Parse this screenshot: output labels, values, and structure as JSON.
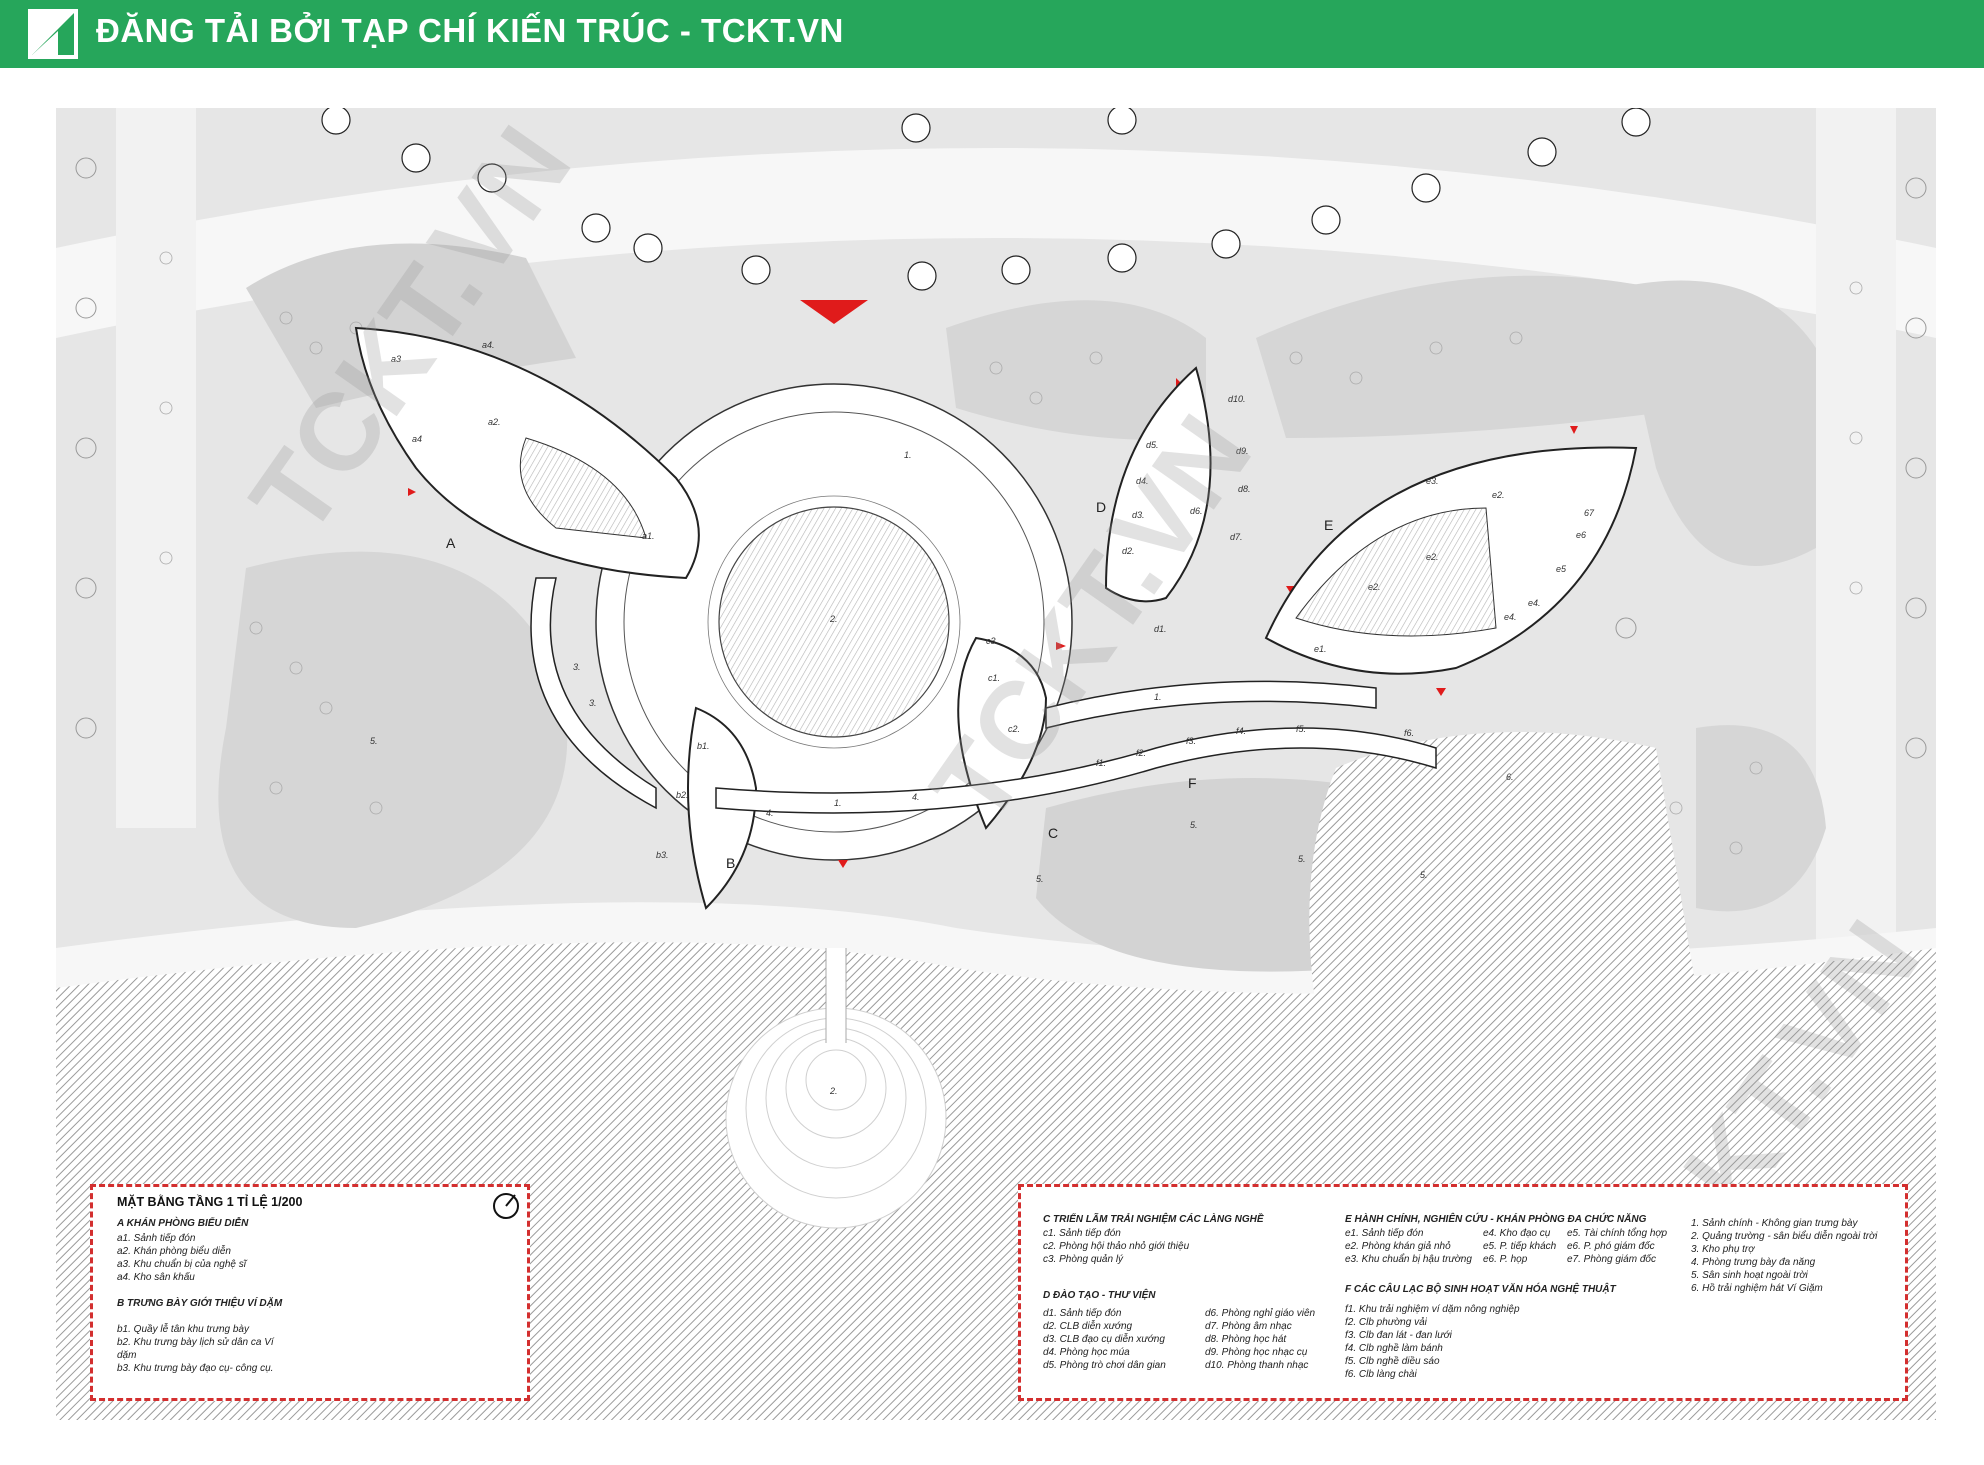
{
  "banner": {
    "title": "ĐĂNG TẢI BỞI TẠP CHÍ KIẾN TRÚC - TCKT.VN",
    "color": "#26a65b"
  },
  "watermark": "TCKT.VN",
  "plan": {
    "blocks": {
      "A": "A",
      "B": "B",
      "C": "C",
      "D": "D",
      "E": "E",
      "F": "F"
    },
    "rooms": {
      "a1": "a1.",
      "a2": "a2.",
      "a3": "a3",
      "a4": "a4.",
      "a4b": "a4",
      "b1": "b1.",
      "b2": "b2.",
      "b3": "b3.",
      "c1": "c1.",
      "c2": "c2.",
      "c3": "c3.",
      "d1": "d1.",
      "d2": "d2.",
      "d3": "d3.",
      "d4": "d4.",
      "d5": "d5.",
      "d6": "d6.",
      "d7": "d7.",
      "d8": "d8.",
      "d9": "d9.",
      "d10": "d10.",
      "e1": "e1.",
      "e2": "e2.",
      "e3": "e3.",
      "e4": "e4.",
      "e5": "e5",
      "e6": "e6",
      "e7": "67",
      "f1": "f1.",
      "f2": "f2.",
      "f3": "f3.",
      "f4": "f4.",
      "f5": "f5.",
      "f6": "f6.",
      "n1": "1.",
      "n2": "2.",
      "n3": "3.",
      "n4": "4.",
      "n5": "5.",
      "n6": "6."
    }
  },
  "legend_left": {
    "title": "MẶT BẰNG TẦNG 1  TỈ LỆ 1/200",
    "a_head": "A KHÁN PHÒNG BIỂU DIỄN",
    "a_items": [
      "a1. Sảnh tiếp đón",
      "a2. Khán phòng biểu diễn",
      "a3. Khu chuẩn bị của nghệ sĩ",
      "a4. Kho sân khấu"
    ],
    "b_head": "B TRƯNG BÀY GIỚI THIỆU VÍ DẶM",
    "b_items": [
      "b1. Quầy lễ tân khu trưng bày",
      "b2. Khu trưng bày lịch sử dân ca Ví",
      "dặm",
      "b3. Khu trưng bày đạo cụ- công cụ."
    ]
  },
  "legend_right": {
    "c_head": "C TRIỂN LÃM TRẢI NGHIỆM CÁC LÀNG NGHỀ",
    "c_items": [
      "c1. Sảnh tiếp đón",
      "c2. Phòng hội thảo nhỏ giới thiệu",
      "c3. Phòng quản lý"
    ],
    "d_head": "D ĐÀO TẠO - THƯ VIỆN",
    "d_items_1": [
      "d1. Sảnh tiếp đón",
      "d2. CLB diễn xướng",
      "d3. CLB đạo cụ diễn xướng",
      "d4. Phòng học múa",
      "d5. Phòng trò chơi dân gian"
    ],
    "d_items_2": [
      "d6. Phòng nghỉ giáo viên",
      "d7. Phòng âm nhạc",
      "d8. Phòng học hát",
      "d9. Phòng học nhạc cụ",
      "d10. Phòng thanh nhạc"
    ],
    "e_head": "E HÀNH CHÍNH, NGHIÊN CỨU - KHÁN PHÒNG ĐA CHỨC NĂNG",
    "e_items_1": [
      "e1. Sảnh tiếp đón",
      "e2. Phòng khán giả nhỏ",
      "e3. Khu chuẩn bị hậu trường"
    ],
    "e_items_2": [
      "e4. Kho đạo cụ",
      "e5. P. tiếp khách",
      "e6. P. họp"
    ],
    "e_items_3": [
      "e5. Tài chính tổng hợp",
      "e6. P. phó giám đốc",
      "e7. Phòng giám đốc"
    ],
    "f_head": "F CÁC CÂU LẠC BỘ SINH HOẠT VĂN HÓA NGHỆ THUẬT",
    "f_items": [
      "f1. Khu trải nghiệm ví dặm nông nghiệp",
      "f2. Clb phường vải",
      "f3. Clb đan lát - đan lưới",
      "f4. Clb nghề làm bánh",
      "f5. Clb nghề diều sáo",
      "f6. Clb làng chài"
    ],
    "n_items": [
      "1. Sảnh chính - Không gian trưng bày",
      "2. Quảng trường - sân biểu diễn ngoài trời",
      "3. Kho phụ trợ",
      "4. Phòng trưng bày đa năng",
      "5. Sân sinh hoạt ngoài trời",
      "6. Hồ trải nghiệm hát Ví Giặm"
    ]
  }
}
